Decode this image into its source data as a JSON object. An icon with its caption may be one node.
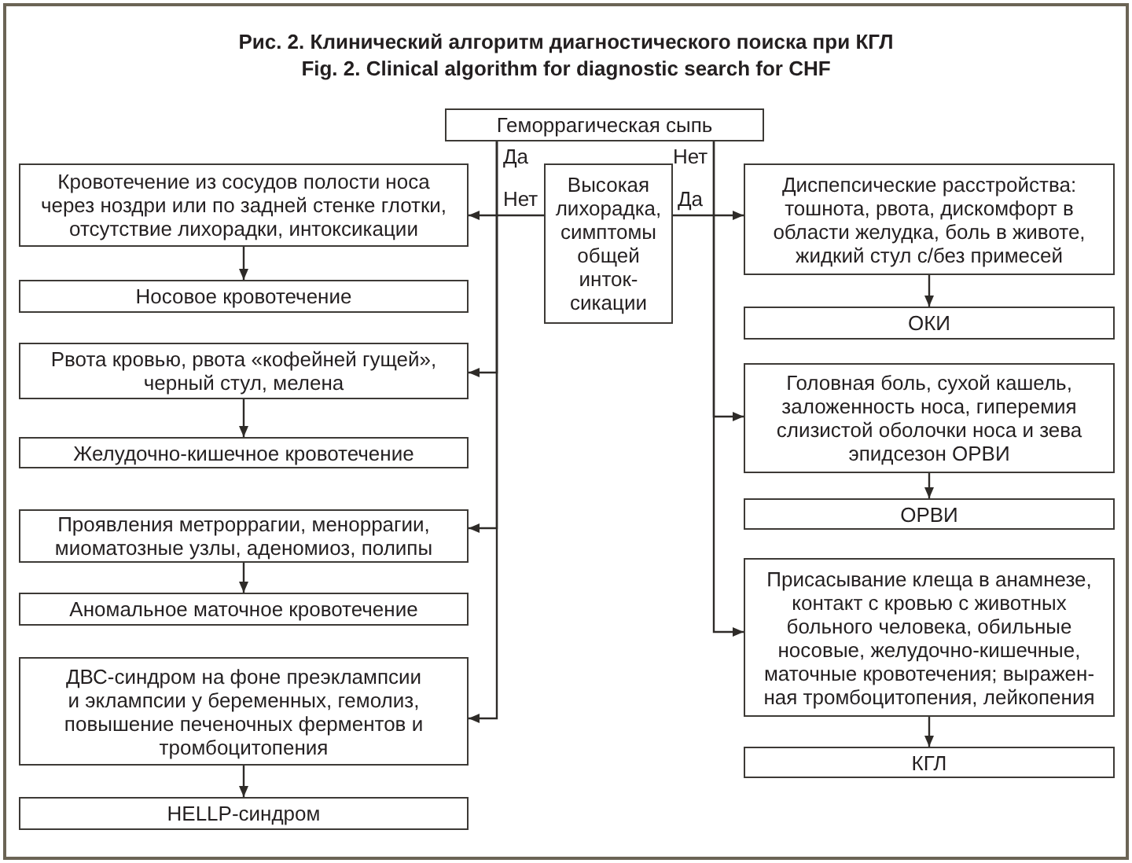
{
  "diagram": {
    "title": "Рис. 2. Клинический алгоритм диагностического поиска при КГЛ",
    "nodes": [
      {
        "text": [
          "Геморрагическая сыпь"
        ]
      },
      {
        "text": [
          "Высокая лихорадка, симптомы общей инток-сикации"
        ]
      },
      {
        "text": [
          "Кровотечение из сосудов полости носа через ноздри или по задней стенке глотки, отсутствие лихорадки, интоксикации"
        ]
      },
      {
        "text": [
          "Носовое кровотечение"
        ]
      },
      {
        "text": [
          "Рвота кровью, рвота «кофейней гущей», черный стул, мелена"
        ]
      },
      {
        "text": [
          "Желудочно-кишечное кровотечение"
        ]
      },
      {
        "text": [
          "Проявления метроррагии, меноррагии, миоматозные узлы, аденомиоз, полипы"
        ]
      },
      {
        "text": [
          "Аномальное маточное кровотечение"
        ]
      },
      {
        "text": [
          "ДВС-синдром на фоне преэклампсии и эклампсии у беременных, гемолиз, повышение печеночных ферментов и тромбоцитопения"
        ]
      },
      {
        "text": [
          "HELLP-синдром"
        ]
      },
      {
        "text": [
          "Диспепсические расстройства: тошнота, рвота, дискомфорт в области желудка, боль в животе, жидкий стул с/без примесей"
        ]
      },
      {
        "text": [
          "ОКИ"
        ]
      },
      {
        "text": [
          "Головная боль, сухой кашель, заложенность носа, гиперемия слизистой оболочки носа и зева эпидсезон ОРВИ"
        ]
      },
      {
        "text": [
          "ОРВИ"
        ]
      },
      {
        "text": [
          "Присасывание клеща в анамнезе, контакт с кровью с животных больного человека, обильные носовые, желудочно-кишечные, маточные кровотечения; выражен-ная тромбоцитопения, лейкопения"
        ]
      },
      {
        "text": [
          "КГЛ"
        ]
      }
    ],
    "edges": [
      {
        "from": 1,
        "to": 2,
        "arrow": "to",
        "label": "Нет"
      },
      {
        "from": 1,
        "to": 10,
        "arrow": "to",
        "label": "Да"
      },
      {
        "from": 0,
        "to": 4,
        "arrow": "to",
        "label": "Да"
      },
      {
        "from": 0,
        "to": 6,
        "arrow": "to"
      },
      {
        "from": 0,
        "to": 8,
        "arrow": "to"
      },
      {
        "from": 0,
        "to": 12,
        "arrow": "to",
        "label": "Нет"
      },
      {
        "from": 0,
        "to": 14,
        "arrow": "to"
      },
      {
        "from": 2,
        "to": 3,
        "arrow": "to"
      },
      {
        "from": 4,
        "to": 5,
        "arrow": "to"
      },
      {
        "from": 6,
        "to": 7,
        "arrow": "to"
      },
      {
        "from": 8,
        "to": 9,
        "arrow": "to"
      },
      {
        "from": 10,
        "to": 11,
        "arrow": "to"
      },
      {
        "from": 12,
        "to": 13,
        "arrow": "to"
      },
      {
        "from": 14,
        "to": 15,
        "arrow": "to"
      }
    ],
    "labels": [
      "Fig. 2. Clinical algorithm for diagnostic search for CHF"
    ]
  }
}
